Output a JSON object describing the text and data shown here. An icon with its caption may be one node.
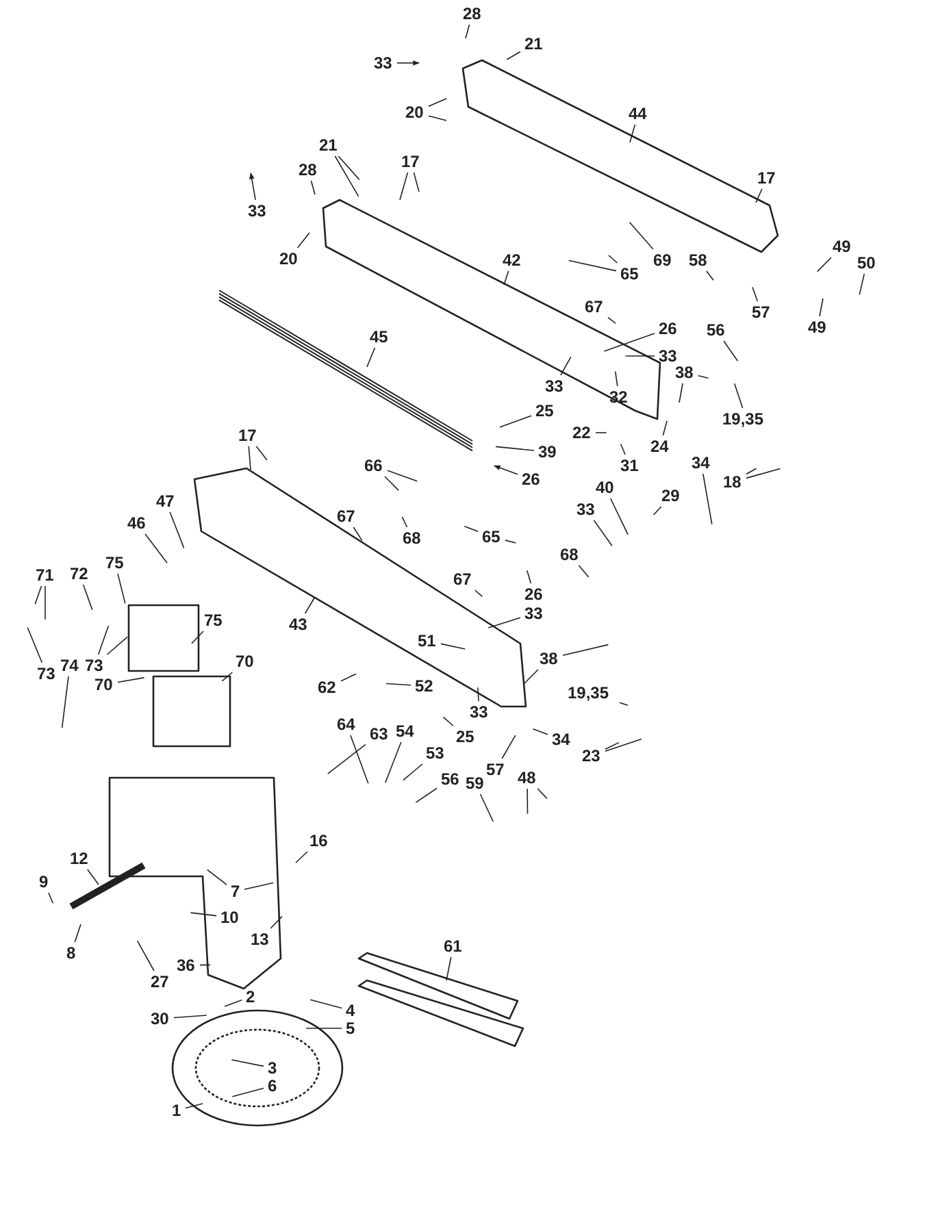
{
  "diagram": {
    "nodes": [
      {
        "text": [
          "28"
        ]
      },
      {
        "text": [
          "21"
        ]
      },
      {
        "text": [
          "33"
        ]
      },
      {
        "text": [
          "20"
        ]
      },
      {
        "text": [
          "44"
        ]
      },
      {
        "text": [
          "21"
        ]
      },
      {
        "text": [
          "17"
        ]
      },
      {
        "text": [
          "28"
        ]
      },
      {
        "text": [
          "17"
        ]
      },
      {
        "text": [
          "33"
        ]
      },
      {
        "text": [
          "49"
        ]
      },
      {
        "text": [
          "20"
        ]
      },
      {
        "text": [
          "42"
        ]
      },
      {
        "text": [
          "69"
        ]
      },
      {
        "text": [
          "58"
        ]
      },
      {
        "text": [
          "50"
        ]
      },
      {
        "text": [
          "65"
        ]
      },
      {
        "text": [
          "67"
        ]
      },
      {
        "text": [
          "57"
        ]
      },
      {
        "text": [
          "49"
        ]
      },
      {
        "text": [
          "56"
        ]
      },
      {
        "text": [
          "26"
        ]
      },
      {
        "text": [
          "45"
        ]
      },
      {
        "text": [
          "33"
        ]
      },
      {
        "text": [
          "38"
        ]
      },
      {
        "text": [
          "33"
        ]
      },
      {
        "text": [
          "25"
        ]
      },
      {
        "text": [
          "32"
        ]
      },
      {
        "text": [
          "19,35"
        ]
      },
      {
        "text": [
          "22"
        ]
      },
      {
        "text": [
          "39"
        ]
      },
      {
        "text": [
          "24"
        ]
      },
      {
        "text": [
          "31"
        ]
      },
      {
        "text": [
          "26"
        ]
      },
      {
        "text": [
          "34"
        ]
      },
      {
        "text": [
          "40"
        ]
      },
      {
        "text": [
          "18"
        ]
      },
      {
        "text": [
          "33"
        ]
      },
      {
        "text": [
          "29"
        ]
      },
      {
        "text": [
          "17"
        ]
      },
      {
        "text": [
          "66"
        ]
      },
      {
        "text": [
          "47"
        ]
      },
      {
        "text": [
          "67"
        ]
      },
      {
        "text": [
          "46"
        ]
      },
      {
        "text": [
          "65"
        ]
      },
      {
        "text": [
          "68"
        ]
      },
      {
        "text": [
          "68"
        ]
      },
      {
        "text": [
          "75"
        ]
      },
      {
        "text": [
          "72"
        ]
      },
      {
        "text": [
          "71"
        ]
      },
      {
        "text": [
          "67"
        ]
      },
      {
        "text": [
          "26"
        ]
      },
      {
        "text": [
          "33"
        ]
      },
      {
        "text": [
          "75"
        ]
      },
      {
        "text": [
          "43"
        ]
      },
      {
        "text": [
          "51"
        ]
      },
      {
        "text": [
          "38"
        ]
      },
      {
        "text": [
          "70"
        ]
      },
      {
        "text": [
          "74"
        ]
      },
      {
        "text": [
          "73"
        ]
      },
      {
        "text": [
          "73"
        ]
      },
      {
        "text": [
          "70"
        ]
      },
      {
        "text": [
          "52"
        ]
      },
      {
        "text": [
          "62"
        ]
      },
      {
        "text": [
          "19,35"
        ]
      },
      {
        "text": [
          "33"
        ]
      },
      {
        "text": [
          "64"
        ]
      },
      {
        "text": [
          "54"
        ]
      },
      {
        "text": [
          "25"
        ]
      },
      {
        "text": [
          "63"
        ]
      },
      {
        "text": [
          "53"
        ]
      },
      {
        "text": [
          "34"
        ]
      },
      {
        "text": [
          "23"
        ]
      },
      {
        "text": [
          "57"
        ]
      },
      {
        "text": [
          "48"
        ]
      },
      {
        "text": [
          "56"
        ]
      },
      {
        "text": [
          "59"
        ]
      },
      {
        "text": [
          "16"
        ]
      },
      {
        "text": [
          "12"
        ]
      },
      {
        "text": [
          "9"
        ]
      },
      {
        "text": [
          "7"
        ]
      },
      {
        "text": [
          "10"
        ]
      },
      {
        "text": [
          "13"
        ]
      },
      {
        "text": [
          "61"
        ]
      },
      {
        "text": [
          "8"
        ]
      },
      {
        "text": [
          "36"
        ]
      },
      {
        "text": [
          "27"
        ]
      },
      {
        "text": [
          "2"
        ]
      },
      {
        "text": [
          "4"
        ]
      },
      {
        "text": [
          "30"
        ]
      },
      {
        "text": [
          "5"
        ]
      },
      {
        "text": [
          "3"
        ]
      },
      {
        "text": [
          "6"
        ]
      },
      {
        "text": [
          "1"
        ]
      }
    ],
    "edges": [
      {
        "from": 0,
        "to": null,
        "arrow": "none"
      },
      {
        "from": 1,
        "to": null,
        "arrow": "none"
      },
      {
        "from": 2,
        "to": null,
        "arrow": "to"
      },
      {
        "from": 3,
        "to": null,
        "arrow": "none"
      },
      {
        "from": 3,
        "to": null,
        "arrow": "none"
      },
      {
        "from": 4,
        "to": null,
        "arrow": "none"
      },
      {
        "from": 5,
        "to": null,
        "arrow": "none"
      },
      {
        "from": 5,
        "to": null,
        "arrow": "none"
      },
      {
        "from": 6,
        "to": null,
        "arrow": "none"
      },
      {
        "from": 6,
        "to": null,
        "arrow": "none"
      },
      {
        "from": 7,
        "to": null,
        "arrow": "none"
      },
      {
        "from": 8,
        "to": null,
        "arrow": "none"
      },
      {
        "from": 9,
        "to": null,
        "arrow": "to"
      },
      {
        "from": 10,
        "to": null,
        "arrow": "none"
      },
      {
        "from": 11,
        "to": null,
        "arrow": "none"
      },
      {
        "from": 12,
        "to": null,
        "arrow": "none"
      },
      {
        "from": 13,
        "to": null,
        "arrow": "none"
      },
      {
        "from": 14,
        "to": null,
        "arrow": "none"
      },
      {
        "from": 15,
        "to": null,
        "arrow": "none"
      },
      {
        "from": 16,
        "to": null,
        "arrow": "none"
      },
      {
        "from": 16,
        "to": null,
        "arrow": "none"
      },
      {
        "from": 17,
        "to": null,
        "arrow": "none"
      },
      {
        "from": 18,
        "to": null,
        "arrow": "none"
      },
      {
        "from": 19,
        "to": null,
        "arrow": "none"
      },
      {
        "from": 20,
        "to": null,
        "arrow": "none"
      },
      {
        "from": 21,
        "to": null,
        "arrow": "none"
      },
      {
        "from": 22,
        "to": null,
        "arrow": "none"
      },
      {
        "from": 23,
        "to": null,
        "arrow": "none"
      },
      {
        "from": 24,
        "to": null,
        "arrow": "none"
      },
      {
        "from": 24,
        "to": null,
        "arrow": "none"
      },
      {
        "from": 25,
        "to": null,
        "arrow": "none"
      },
      {
        "from": 26,
        "to": null,
        "arrow": "none"
      },
      {
        "from": 27,
        "to": null,
        "arrow": "none"
      },
      {
        "from": 28,
        "to": null,
        "arrow": "none"
      },
      {
        "from": 29,
        "to": null,
        "arrow": "none"
      },
      {
        "from": 30,
        "to": null,
        "arrow": "none"
      },
      {
        "from": 31,
        "to": null,
        "arrow": "none"
      },
      {
        "from": 32,
        "to": null,
        "arrow": "none"
      },
      {
        "from": 33,
        "to": null,
        "arrow": "to"
      },
      {
        "from": 34,
        "to": null,
        "arrow": "none"
      },
      {
        "from": 35,
        "to": null,
        "arrow": "none"
      },
      {
        "from": 36,
        "to": null,
        "arrow": "none"
      },
      {
        "from": 36,
        "to": null,
        "arrow": "none"
      },
      {
        "from": 37,
        "to": null,
        "arrow": "none"
      },
      {
        "from": 38,
        "to": null,
        "arrow": "none"
      },
      {
        "from": 39,
        "to": null,
        "arrow": "none"
      },
      {
        "from": 39,
        "to": null,
        "arrow": "none"
      },
      {
        "from": 40,
        "to": null,
        "arrow": "none"
      },
      {
        "from": 40,
        "to": null,
        "arrow": "none"
      },
      {
        "from": 41,
        "to": null,
        "arrow": "none"
      },
      {
        "from": 42,
        "to": null,
        "arrow": "none"
      },
      {
        "from": 43,
        "to": null,
        "arrow": "none"
      },
      {
        "from": 44,
        "to": null,
        "arrow": "none"
      },
      {
        "from": 44,
        "to": null,
        "arrow": "none"
      },
      {
        "from": 45,
        "to": null,
        "arrow": "none"
      },
      {
        "from": 46,
        "to": null,
        "arrow": "none"
      },
      {
        "from": 47,
        "to": null,
        "arrow": "none"
      },
      {
        "from": 48,
        "to": null,
        "arrow": "none"
      },
      {
        "from": 49,
        "to": null,
        "arrow": "none"
      },
      {
        "from": 49,
        "to": null,
        "arrow": "none"
      },
      {
        "from": 50,
        "to": null,
        "arrow": "none"
      },
      {
        "from": 51,
        "to": null,
        "arrow": "none"
      },
      {
        "from": 52,
        "to": null,
        "arrow": "none"
      },
      {
        "from": 53,
        "to": null,
        "arrow": "none"
      },
      {
        "from": 54,
        "to": null,
        "arrow": "none"
      },
      {
        "from": 55,
        "to": null,
        "arrow": "none"
      },
      {
        "from": 56,
        "to": null,
        "arrow": "none"
      },
      {
        "from": 56,
        "to": null,
        "arrow": "none"
      },
      {
        "from": 57,
        "to": null,
        "arrow": "none"
      },
      {
        "from": 58,
        "to": null,
        "arrow": "none"
      },
      {
        "from": 59,
        "to": null,
        "arrow": "none"
      },
      {
        "from": 59,
        "to": null,
        "arrow": "none"
      },
      {
        "from": 60,
        "to": null,
        "arrow": "none"
      },
      {
        "from": 61,
        "to": null,
        "arrow": "none"
      },
      {
        "from": 62,
        "to": null,
        "arrow": "none"
      },
      {
        "from": 63,
        "to": null,
        "arrow": "none"
      },
      {
        "from": 64,
        "to": null,
        "arrow": "none"
      },
      {
        "from": 65,
        "to": null,
        "arrow": "none"
      },
      {
        "from": 66,
        "to": null,
        "arrow": "none"
      },
      {
        "from": 67,
        "to": null,
        "arrow": "none"
      },
      {
        "from": 68,
        "to": null,
        "arrow": "none"
      },
      {
        "from": 69,
        "to": null,
        "arrow": "none"
      },
      {
        "from": 70,
        "to": null,
        "arrow": "none"
      },
      {
        "from": 71,
        "to": null,
        "arrow": "none"
      },
      {
        "from": 72,
        "to": null,
        "arrow": "none"
      },
      {
        "from": 72,
        "to": null,
        "arrow": "none"
      },
      {
        "from": 73,
        "to": null,
        "arrow": "none"
      },
      {
        "from": 74,
        "to": null,
        "arrow": "none"
      },
      {
        "from": 74,
        "to": null,
        "arrow": "none"
      },
      {
        "from": 75,
        "to": null,
        "arrow": "none"
      },
      {
        "from": 76,
        "to": null,
        "arrow": "none"
      },
      {
        "from": 77,
        "to": null,
        "arrow": "none"
      },
      {
        "from": 78,
        "to": null,
        "arrow": "none"
      },
      {
        "from": 79,
        "to": null,
        "arrow": "none"
      },
      {
        "from": 80,
        "to": null,
        "arrow": "none"
      },
      {
        "from": 80,
        "to": null,
        "arrow": "none"
      },
      {
        "from": 81,
        "to": null,
        "arrow": "none"
      },
      {
        "from": 82,
        "to": null,
        "arrow": "none"
      },
      {
        "from": 83,
        "to": null,
        "arrow": "none"
      },
      {
        "from": 84,
        "to": null,
        "arrow": "none"
      },
      {
        "from": 85,
        "to": null,
        "arrow": "none"
      },
      {
        "from": 86,
        "to": null,
        "arrow": "none"
      },
      {
        "from": 87,
        "to": null,
        "arrow": "none"
      },
      {
        "from": 88,
        "to": null,
        "arrow": "none"
      },
      {
        "from": 89,
        "to": null,
        "arrow": "none"
      },
      {
        "from": 90,
        "to": null,
        "arrow": "none"
      },
      {
        "from": 91,
        "to": null,
        "arrow": "none"
      },
      {
        "from": 92,
        "to": null,
        "arrow": "none"
      },
      {
        "from": 93,
        "to": null,
        "arrow": "none"
      }
    ]
  }
}
